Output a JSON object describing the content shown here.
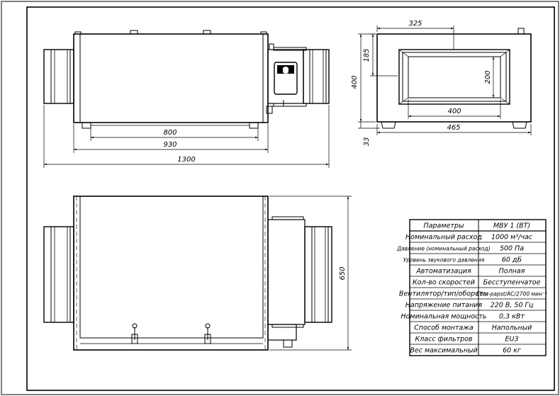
{
  "dimensions": {
    "front_body_length": "800",
    "front_total_length": "930",
    "front_overall_length": "1300",
    "side_width_top": "325",
    "side_height_top": "185",
    "side_height": "400",
    "side_opening_height": "200",
    "side_opening_width": "400",
    "side_width": "465",
    "side_feet": "33",
    "top_depth": "650"
  },
  "spec_table": {
    "header": {
      "param": "Параметры",
      "value": "МВУ 1 (ВТ)"
    },
    "rows": [
      {
        "param": "Номинальный расход",
        "value": "1000 м³/час"
      },
      {
        "param": "Давление (номинальный расход)",
        "value": "500 Па"
      },
      {
        "param": "Уровень звукового давления",
        "value": "60 дБ"
      },
      {
        "param": "Автоматизация",
        "value": "Полная"
      },
      {
        "param": "Кол-во скоростей",
        "value": "Бесступенчатое"
      },
      {
        "param": "Вентилятор/тип/обороты",
        "value": "Ebm-papst/AC/2700 мин⁻¹"
      },
      {
        "param": "Напряжение питания",
        "value": "220 В, 50 Гц"
      },
      {
        "param": "Номинальная мощность",
        "value": "0,3 кВт"
      },
      {
        "param": "Способ монтажа",
        "value": "Напольный"
      },
      {
        "param": "Класс фильтров",
        "value": "EU3"
      },
      {
        "param": "Вес максимальный",
        "value": "60 кг"
      }
    ]
  }
}
